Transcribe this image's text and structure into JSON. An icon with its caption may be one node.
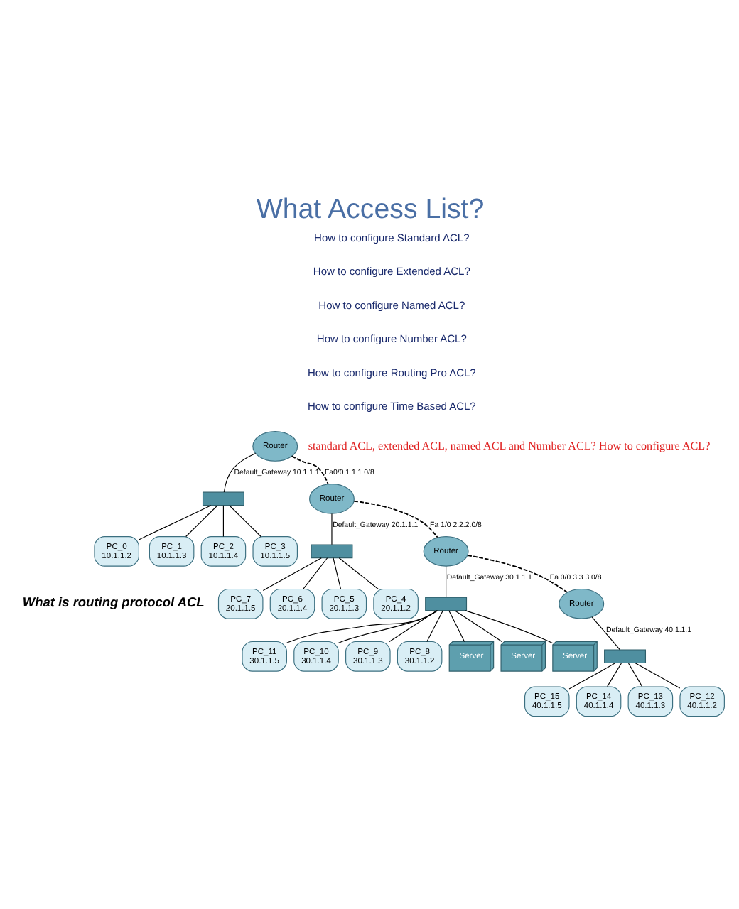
{
  "diagram": {
    "title": "What Access List?",
    "nodes": [
      {
        "text": [
          "Router"
        ]
      },
      {
        "text": [],
        "shape": "box"
      },
      {
        "text": [
          "PC_0",
          "10.1.1.2"
        ]
      },
      {
        "text": [
          "PC_1",
          "10.1.1.3"
        ]
      },
      {
        "text": [
          "PC_2",
          "10.1.1.4"
        ]
      },
      {
        "text": [
          "PC_3",
          "10.1.1.5"
        ]
      },
      {
        "text": [
          "Router"
        ]
      },
      {
        "text": [],
        "shape": "box"
      },
      {
        "text": [
          "PC_7",
          "20.1.1.5"
        ]
      },
      {
        "text": [
          "PC_6",
          "20.1.1.4"
        ]
      },
      {
        "text": [
          "PC_5",
          "20.1.1.3"
        ]
      },
      {
        "text": [
          "PC_4",
          "20.1.1.2"
        ]
      },
      {
        "text": [
          "Router"
        ]
      },
      {
        "text": [],
        "shape": "box"
      },
      {
        "text": [
          "PC_11",
          "30.1.1.5"
        ]
      },
      {
        "text": [
          "PC_10",
          "30.1.1.4"
        ]
      },
      {
        "text": [
          "PC_9",
          "30.1.1.3"
        ]
      },
      {
        "text": [
          "PC_8",
          "30.1.1.2"
        ]
      },
      {
        "text": [
          "Server"
        ]
      },
      {
        "text": [
          "Server"
        ]
      },
      {
        "text": [
          "Server"
        ]
      },
      {
        "text": [
          "Router"
        ]
      },
      {
        "text": [],
        "shape": "box"
      },
      {
        "text": [
          "PC_15",
          "40.1.1.5"
        ]
      },
      {
        "text": [
          "PC_14",
          "40.1.1.4"
        ]
      },
      {
        "text": [
          "PC_13",
          "40.1.1.3"
        ]
      },
      {
        "text": [
          "PC_12",
          "40.1.1.2"
        ]
      }
    ],
    "edges": [
      {
        "from": 0,
        "to": 6,
        "arrow": "none",
        "style": "dashed",
        "label": "Fa0/0 1.1.1.0/8"
      },
      {
        "from": 0,
        "to": 1,
        "arrow": "none",
        "label": "Default_Gateway 10.1.1.1"
      },
      {
        "from": 1,
        "to": 2,
        "arrow": "none"
      },
      {
        "from": 1,
        "to": 3,
        "arrow": "none"
      },
      {
        "from": 1,
        "to": 4,
        "arrow": "none"
      },
      {
        "from": 1,
        "to": 5,
        "arrow": "none"
      },
      {
        "from": 6,
        "to": 12,
        "arrow": "none",
        "style": "dashed",
        "label": "Fa 1/0 2.2.2.0/8"
      },
      {
        "from": 6,
        "to": 7,
        "arrow": "none",
        "label": "Default_Gateway 20.1.1.1"
      },
      {
        "from": 7,
        "to": 8,
        "arrow": "none"
      },
      {
        "from": 7,
        "to": 9,
        "arrow": "none"
      },
      {
        "from": 7,
        "to": 10,
        "arrow": "none"
      },
      {
        "from": 7,
        "to": 11,
        "arrow": "none"
      },
      {
        "from": 12,
        "to": 21,
        "arrow": "none",
        "style": "dashed",
        "label": "Fa 0/0 3.3.3.0/8"
      },
      {
        "from": 12,
        "to": 13,
        "arrow": "none",
        "label": "Default_Gateway 30.1.1.1"
      },
      {
        "from": 13,
        "to": 14,
        "arrow": "none"
      },
      {
        "from": 13,
        "to": 15,
        "arrow": "none"
      },
      {
        "from": 13,
        "to": 16,
        "arrow": "none"
      },
      {
        "from": 13,
        "to": 17,
        "arrow": "none"
      },
      {
        "from": 13,
        "to": 18,
        "arrow": "none"
      },
      {
        "from": 13,
        "to": 19,
        "arrow": "none"
      },
      {
        "from": 13,
        "to": 20,
        "arrow": "none"
      },
      {
        "from": 21,
        "to": 22,
        "arrow": "none",
        "label": "Default_Gateway 40.1.1.1"
      },
      {
        "from": 22,
        "to": 23,
        "arrow": "none"
      },
      {
        "from": 22,
        "to": 24,
        "arrow": "none"
      },
      {
        "from": 22,
        "to": 25,
        "arrow": "none"
      },
      {
        "from": 22,
        "to": 26,
        "arrow": "none"
      }
    ],
    "labels": [
      "How to configure Standard ACL?",
      "How to configure Extended ACL?",
      "How to configure Named ACL?",
      "How to configure Number ACL?",
      "How to configure Routing Pro ACL?",
      "How to configure Time Based ACL?",
      "standard ACL, extended ACL, named ACL and Number ACL? How to configure ACL?",
      "What is routing protocol ACL"
    ]
  }
}
